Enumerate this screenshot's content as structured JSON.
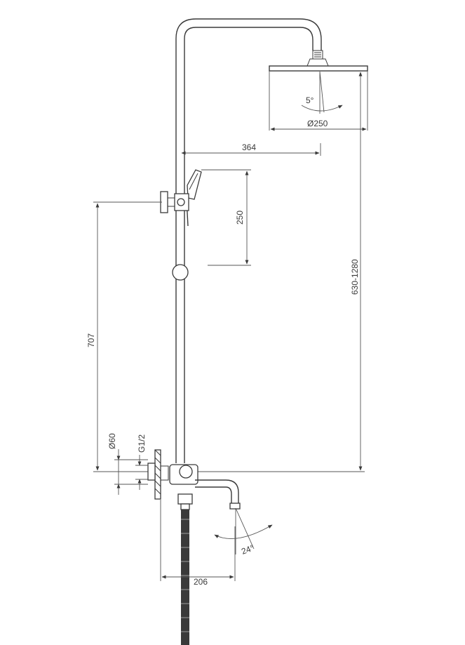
{
  "dimensions": {
    "arm_reach": "364",
    "head_diameter": "Ø250",
    "head_tilt": "5°",
    "hand_shower_length": "250",
    "bar_height": "707",
    "height_range": "630-1280",
    "flange_diameter": "Ø60",
    "connection_thread": "G1/2",
    "spout_projection": "206",
    "spout_swivel": "24°"
  },
  "colors": {
    "line": "#3a3a3a",
    "background": "#ffffff"
  }
}
